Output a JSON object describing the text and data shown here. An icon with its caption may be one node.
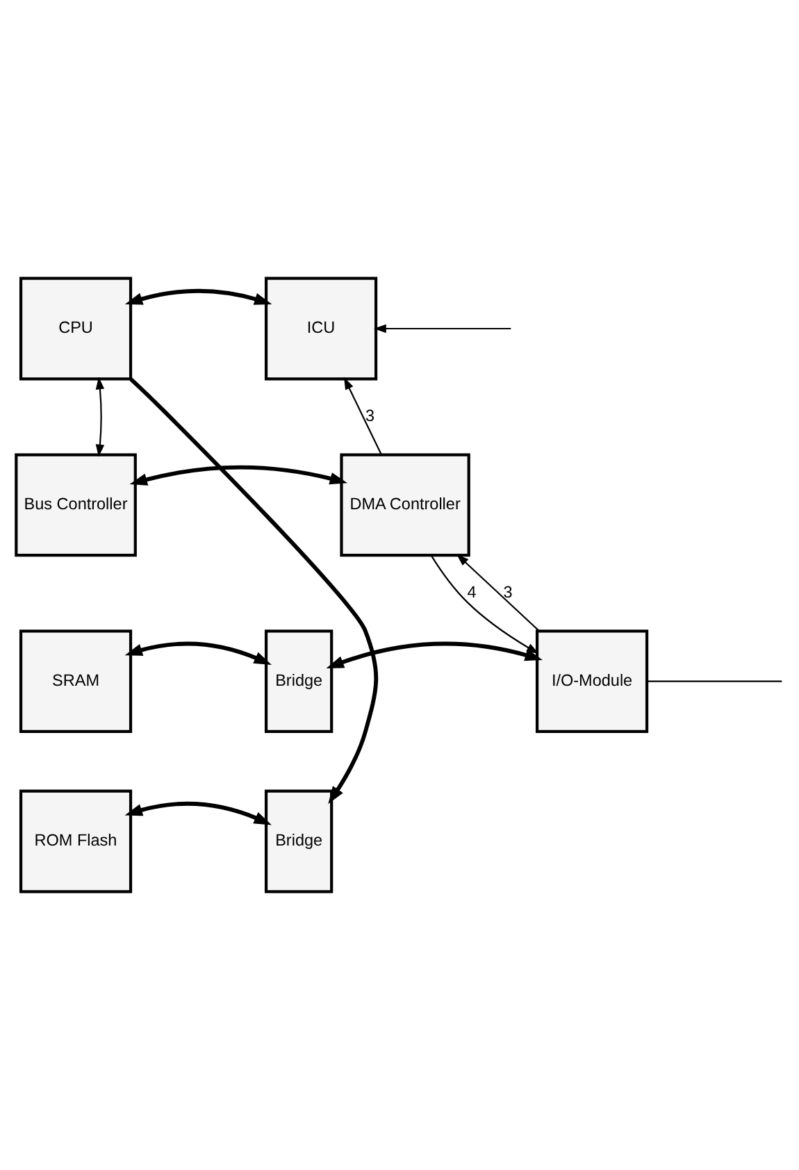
{
  "diagram": {
    "nodes": [
      {
        "text": [
          "CPU"
        ]
      },
      {
        "text": [
          "ICU"
        ]
      },
      {
        "text": [
          "Bus Controller"
        ]
      },
      {
        "text": [
          "DMA Controller"
        ]
      },
      {
        "text": [
          "SRAM"
        ]
      },
      {
        "text": [
          "Bridge"
        ]
      },
      {
        "text": [
          "I/O-Module"
        ]
      },
      {
        "text": [
          "ROM Flash"
        ]
      },
      {
        "text": [
          "Bridge"
        ]
      }
    ],
    "edges": [
      {
        "from": 0,
        "to": 1,
        "arrow": "both",
        "style": "thick"
      },
      {
        "from": 0,
        "to": 2,
        "arrow": "both"
      },
      {
        "from": 2,
        "to": 3,
        "arrow": "both",
        "style": "thick"
      },
      {
        "from": 3,
        "to": 1,
        "arrow": "to",
        "label": "3"
      },
      {
        "from": 4,
        "to": 5,
        "arrow": "both",
        "style": "thick"
      },
      {
        "from": 5,
        "to": 6,
        "arrow": "both",
        "style": "thick"
      },
      {
        "from": 6,
        "to": 3,
        "arrow": "to",
        "label": "3"
      },
      {
        "from": 3,
        "to": 6,
        "arrow": "to",
        "label": "4"
      },
      {
        "from": 0,
        "to": 8,
        "arrow": "to",
        "style": "thick"
      },
      {
        "from": 7,
        "to": 8,
        "arrow": "both",
        "style": "thick"
      },
      {
        "from": null,
        "to": 1,
        "arrow": "to"
      },
      {
        "from": 6,
        "to": null,
        "arrow": "none"
      }
    ]
  }
}
